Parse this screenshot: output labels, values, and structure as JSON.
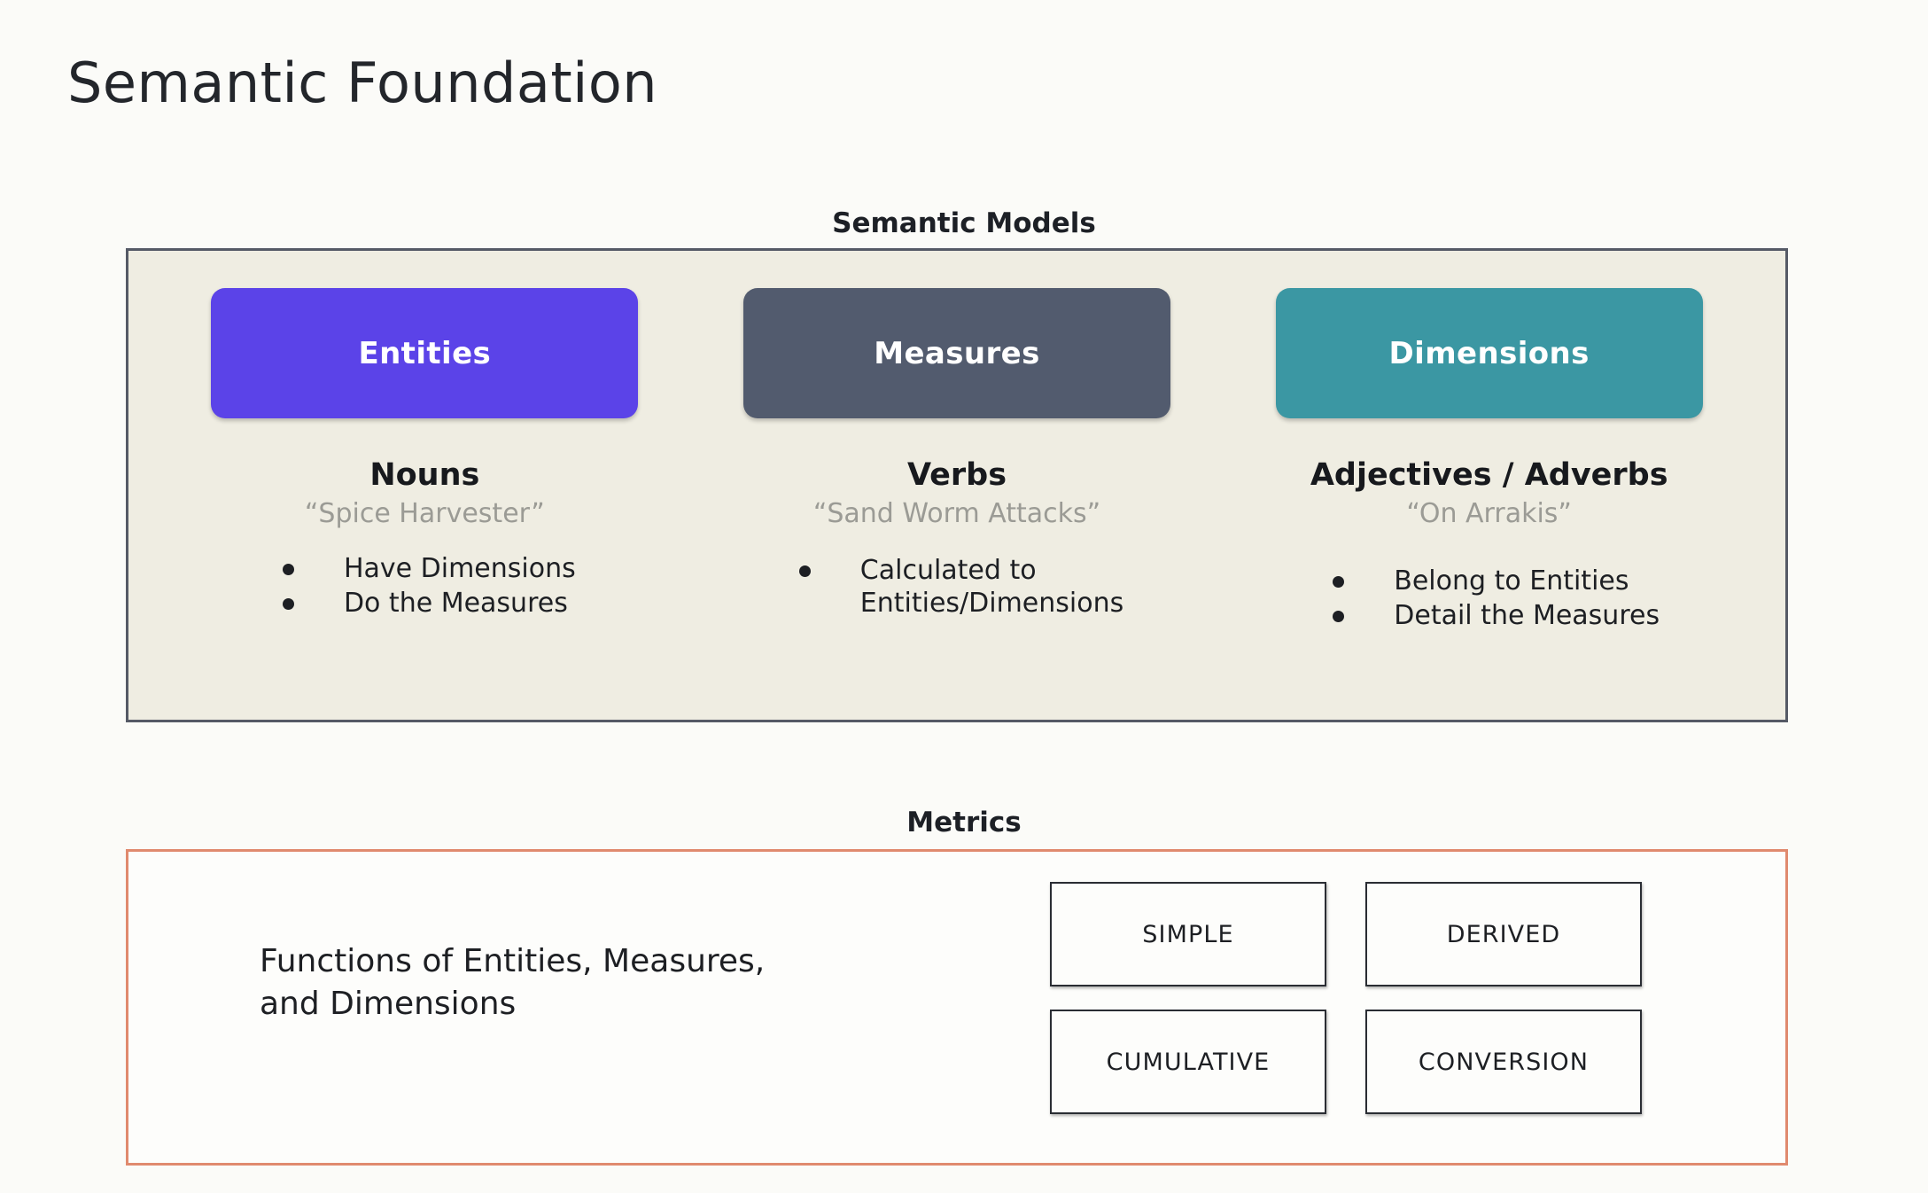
{
  "slide": {
    "title": "Semantic Foundation",
    "background_color": "#fbfbf8"
  },
  "semantic_models": {
    "caption": "Semantic Models",
    "panel_background": "#efede2",
    "panel_border_color": "#555a66",
    "columns": [
      {
        "pill_label": "Entities",
        "pill_color": "#5b43e8",
        "part_of_speech": "Nouns",
        "example": "“Spice Harvester”",
        "bullets": [
          "Have Dimensions",
          "Do the Measures"
        ]
      },
      {
        "pill_label": "Measures",
        "pill_color": "#525b6e",
        "part_of_speech": "Verbs",
        "example": "“Sand Worm Attacks”",
        "bullets": [
          "Calculated to\nEntities/Dimensions"
        ]
      },
      {
        "pill_label": "Dimensions",
        "pill_color": "#3b97a3",
        "part_of_speech": "Adjectives / Adverbs",
        "example": "“On Arrakis”",
        "bullets": [
          "Belong to Entities",
          "Detail the Measures"
        ]
      }
    ]
  },
  "metrics": {
    "caption": "Metrics",
    "panel_border_color": "#e08a6e",
    "description": "Functions of Entities, Measures,\nand Dimensions",
    "types": [
      "SIMPLE",
      "DERIVED",
      "CUMULATIVE",
      "CONVERSION"
    ]
  }
}
